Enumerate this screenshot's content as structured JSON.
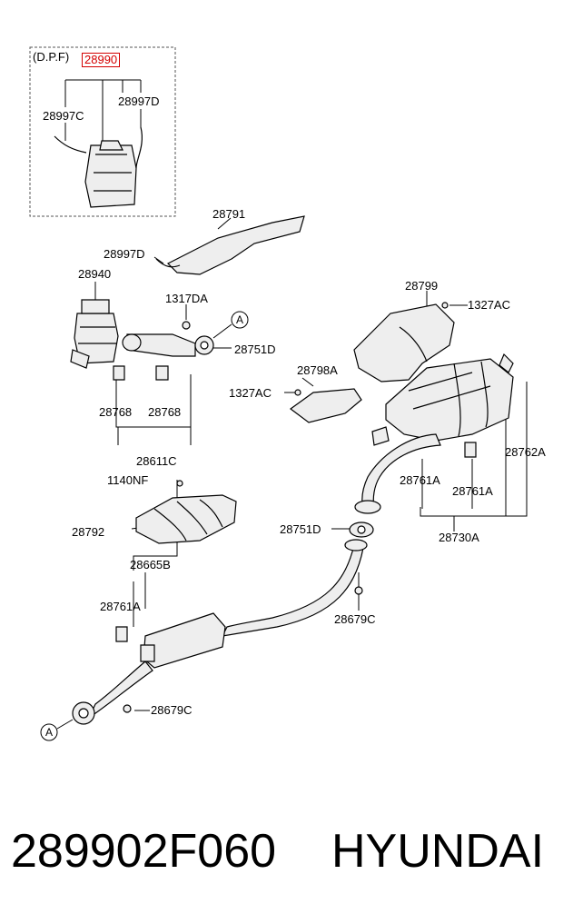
{
  "dpf": {
    "tag": "(D.P.F)",
    "highlight": "28990",
    "left_sensor": "28997C",
    "right_sensor": "28997D"
  },
  "labels": {
    "heat_shield_upper": "28791",
    "sensor": "28997D",
    "converter": "28940",
    "bolt_1317": "1317DA",
    "marker_a_top": "A",
    "gasket_upper": "28751D",
    "hanger_left": "28768",
    "hanger_right": "28768",
    "hanger_set": "28611C",
    "bolt_1140": "1140NF",
    "heat_shield_lower": "28792",
    "heat_shield_rear": "28799",
    "bolt_1327_right": "1327AC",
    "heat_shield_mid": "28798A",
    "bolt_1327_left": "1327AC",
    "muffler_hanger_right": "28762A",
    "hanger_761_a": "28761A",
    "hanger_761_b": "28761A",
    "gasket_mid": "28751D",
    "muffler_assy": "28730A",
    "center_pipe": "28665B",
    "hanger_761_c": "28761A",
    "bolt_8679_right": "28679C",
    "bolt_8679_left": "28679C",
    "marker_a_bottom": "A"
  },
  "footer": {
    "part_number": "289902F060",
    "brand": "HYUNDAI"
  },
  "colors": {
    "highlight": "#d40000",
    "line": "#000000",
    "part_fill": "#e8e8e8"
  }
}
